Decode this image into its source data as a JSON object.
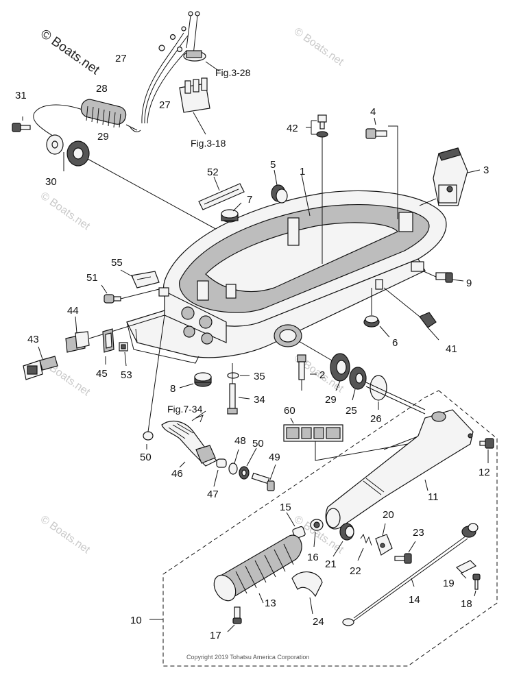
{
  "watermark": "© Boats.net",
  "faded_watermark": "© Boats.net",
  "copyright": "Copyright 2019 Tohatsu America Corporation",
  "references": {
    "fig_3_28": "Fig.3-28",
    "fig_3_18": "Fig.3-18",
    "fig_7_34": "Fig.7-34"
  },
  "labels": {
    "p1": "1",
    "p2": "2",
    "p3": "3",
    "p4": "4",
    "p5": "5",
    "p6": "6",
    "p7": "7",
    "p8": "8",
    "p9": "9",
    "p10": "10",
    "p11": "11",
    "p12": "12",
    "p13": "13",
    "p14": "14",
    "p15": "15",
    "p16": "16",
    "p17": "17",
    "p18": "18",
    "p19": "19",
    "p20": "20",
    "p21": "21",
    "p22": "22",
    "p23": "23",
    "p24": "24",
    "p25": "25",
    "p26": "26",
    "p27a": "27",
    "p27b": "27",
    "p28": "28",
    "p29a": "29",
    "p29b": "29",
    "p30": "30",
    "p31": "31",
    "p34": "34",
    "p35": "35",
    "p41": "41",
    "p42": "42",
    "p43": "43",
    "p44": "44",
    "p45": "45",
    "p46": "46",
    "p47": "47",
    "p48": "48",
    "p49": "49",
    "p50a": "50",
    "p50b": "50",
    "p51": "51",
    "p52": "52",
    "p53": "53",
    "p55": "55",
    "p60": "60"
  }
}
